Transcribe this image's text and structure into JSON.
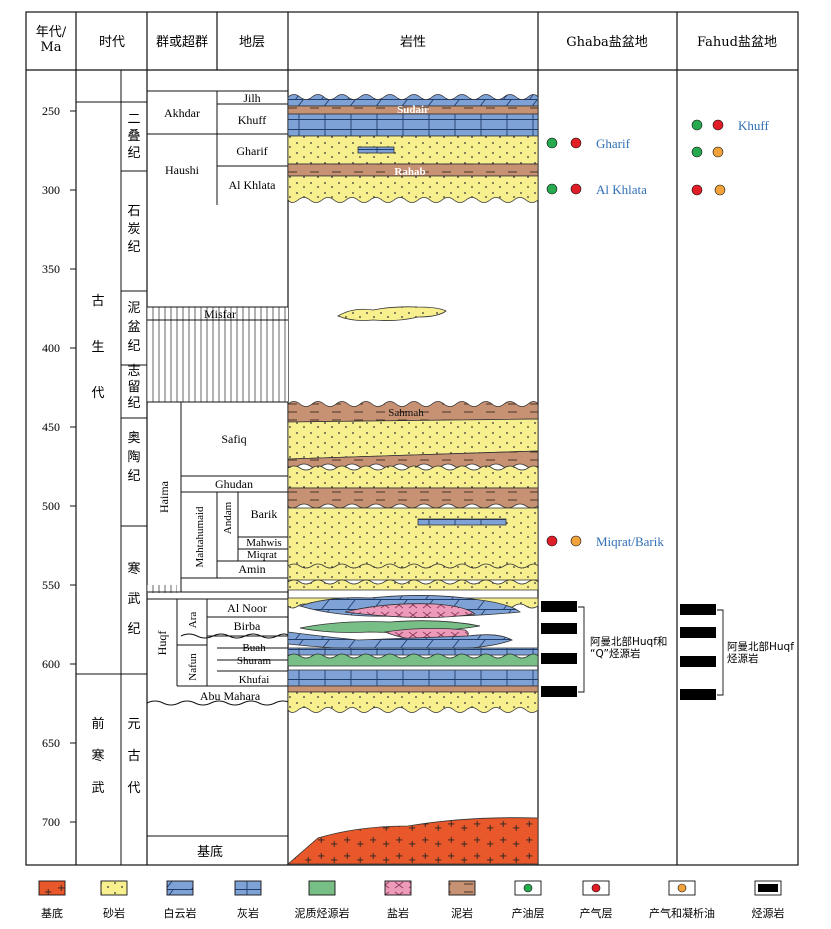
{
  "headers": {
    "age": "年代/\nMa",
    "era": "时代",
    "group": "群或超群",
    "formation": "地层",
    "lithology": "岩性",
    "ghaba": "Ghaba盐盆地",
    "fahud": "Fahud盐盆地"
  },
  "age_ticks": [
    "250",
    "300",
    "350",
    "400",
    "450",
    "500",
    "550",
    "600",
    "650",
    "700"
  ],
  "eras": [
    {
      "name": "古\n生\n代"
    },
    {
      "name": "前\n寒\n武"
    }
  ],
  "periods": [
    {
      "name": "二\n叠\n纪"
    },
    {
      "name": "石\n炭\n纪"
    },
    {
      "name": "泥\n盆\n纪"
    },
    {
      "name": "志\n留\n纪"
    },
    {
      "name": "奥\n陶\n纪"
    },
    {
      "name": "寒\n武\n纪"
    },
    {
      "name": "元\n古\n代"
    }
  ],
  "groups": {
    "akhdar": "Akhdar",
    "haushi": "Haushi",
    "misfar": "Misfar",
    "haima": "Haima",
    "mahtahumaid": "Mahtahumaid",
    "andam": "Andam",
    "huqf": "Huqf",
    "ara": "Ara",
    "nafun": "Nafun",
    "basement": "基底"
  },
  "formations": {
    "jilh": "Jilh",
    "khuff": "Khuff",
    "gharif": "Gharif",
    "al_khlata": "Al Khlata",
    "safiq": "Safiq",
    "ghudan": "Ghudan",
    "barik": "Barik",
    "mahwis": "Mahwis",
    "miqrat": "Miqrat",
    "amin": "Amin",
    "al_noor": "Al Noor",
    "birba": "Birba",
    "buah": "Buah",
    "shuram": "Shuram",
    "khufai": "Khufai",
    "abu_mahara": "Abu Mahara"
  },
  "litho_labels": {
    "sudair": "Sudair",
    "rahab": "Rahab",
    "sahmah": "Sahmah"
  },
  "ghaba": {
    "gharif": "Gharif",
    "al_khlata": "Al Khlata",
    "miqrat_barik": "Miqrat/Barik",
    "source_note": "阿曼北部Huqf和\n“Q”烃源岩"
  },
  "fahud": {
    "khuff": "Khuff",
    "source_note": "阿曼北部Huqf\n烃源岩"
  },
  "legend": [
    {
      "key": "basement",
      "label": "基底"
    },
    {
      "key": "sandstone",
      "label": "砂岩"
    },
    {
      "key": "dolomite",
      "label": "白云岩"
    },
    {
      "key": "limestone",
      "label": "灰岩"
    },
    {
      "key": "shale-source",
      "label": "泥质烃源岩"
    },
    {
      "key": "salt",
      "label": "盐岩"
    },
    {
      "key": "mudstone",
      "label": "泥岩"
    },
    {
      "key": "oil",
      "label": "产油层"
    },
    {
      "key": "gas",
      "label": "产气层"
    },
    {
      "key": "gas-condensate",
      "label": "产气和凝析油"
    },
    {
      "key": "source-rock",
      "label": "烃源岩"
    }
  ],
  "colors": {
    "sandstone": "#f8ef8f",
    "mudstone": "#c79173",
    "dolomite": "#7fa2d6",
    "limestone": "#7fa2d6",
    "shale_source": "#78be87",
    "salt": "#ee9bbb",
    "basement": "#e8582a",
    "oil": "#27a94f",
    "gas": "#e11d25",
    "condensate": "#f2a23a",
    "source_rock": "#000000",
    "accent_text": "#2f6fb6"
  }
}
